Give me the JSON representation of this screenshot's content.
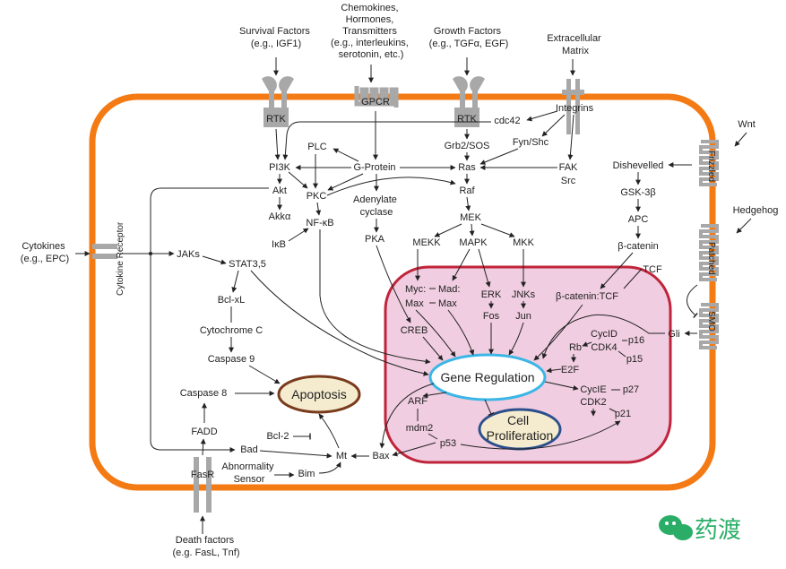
{
  "external": {
    "survival": [
      "Survival Factors",
      "(e.g., IGF1)"
    ],
    "chemokines": [
      "Chemokines,",
      "Hormones,",
      "Transmitters",
      "(e.g., interleukins,",
      "serotonin, etc.)"
    ],
    "growth": [
      "Growth Factors",
      "(e.g., TGFα, EGF)"
    ],
    "ecm": [
      "Extracellular",
      "Matrix"
    ],
    "wnt": "Wnt",
    "hedgehog": "Hedgehog",
    "cytokines": [
      "Cytokines",
      "(e.g., EPC)"
    ],
    "death": [
      "Death factors",
      "(e.g. FasL, Tnf)"
    ]
  },
  "receptors": {
    "rtk1": "RTK",
    "gpcr": "GPCR",
    "rtk2": "RTK",
    "integrins": "Integrins",
    "frizzled": "Frizzled",
    "patched": "Patched",
    "smo": "SMO",
    "cytokine_receptor": "Cytokine Receptor",
    "fasr": "FasR"
  },
  "nodes": {
    "cdc42": "cdc42",
    "fyn_shc": "Fyn/Shc",
    "fak": "FAK",
    "src": "Src",
    "pi3k": "PI3K",
    "plc": "PLC",
    "g_protein": "G-Protein",
    "grb2": "Grb2/SOS",
    "ras": "Ras",
    "raf": "Raf",
    "akt": "Akt",
    "akka": "Akkα",
    "pkc": "PKC",
    "nfkb": "NF-κB",
    "ikb": "IκB",
    "adenylate": [
      "Adenylate",
      "cyclase"
    ],
    "pka": "PKA",
    "mek": "MEK",
    "mekk": "MEKK",
    "mapk": "MAPK",
    "mkk": "MKK",
    "dishevelled": "Dishevelled",
    "gsk": "GSK-3β",
    "apc": "APC",
    "bcatenin": "β-catenin",
    "tcf": "TCF",
    "jaks": "JAKs",
    "stat": "STAT3,5",
    "bclxl": "Bcl-xL",
    "cytc": "Cytochrome C",
    "casp9": "Caspase 9",
    "casp8": "Caspase 8",
    "fadd": "FADD",
    "bad": "Bad",
    "bcl2": "Bcl-2",
    "mt": "Mt",
    "bax": "Bax",
    "bim": "Bim",
    "abnormality": [
      "Abnormality",
      "Sensor"
    ],
    "apoptosis": "Apoptosis",
    "gli": "Gli"
  },
  "nucleus": {
    "myc": "Myc:",
    "max1": "Max",
    "mad": "Mad:",
    "max2": "Max",
    "erk": "ERK",
    "fos": "Fos",
    "jnks": "JNKs",
    "jun": "Jun",
    "bcat_tcf": "β-catenin:TCF",
    "creb": "CREB",
    "cycd": "CycID",
    "rb": "Rb",
    "cdk4": "CDK4",
    "p16": "p16",
    "p15": "p15",
    "e2f": "E2F",
    "gene_regulation": "Gene Regulation",
    "cyce": "CycIE",
    "p27": "p27",
    "cdk2": "CDK2",
    "p21": "p21",
    "arf": "ARF",
    "mdm2": "mdm2",
    "p53": "p53",
    "cell_prolif": [
      "Cell",
      "Proliferation"
    ]
  },
  "watermark": "药渡",
  "colors": {
    "membrane": "#f47a14",
    "nucleus_fill": "#f0cde0",
    "nucleus_border": "#c0243a",
    "gene_reg_border": "#3bb6e6",
    "cell_prolif_border": "#2d4f8c",
    "apoptosis_fill": "#f5eccf",
    "apoptosis_border": "#7a3a1c",
    "receptor_gray": "#a8a8a8",
    "wechat_green": "#2aae67"
  }
}
